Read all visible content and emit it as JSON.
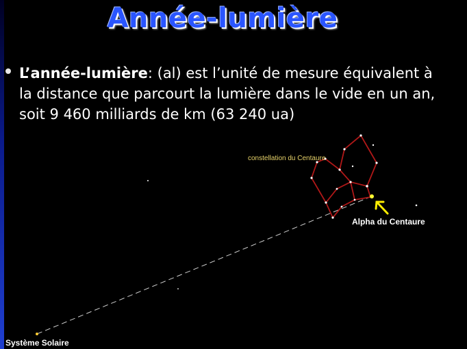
{
  "slide": {
    "title": "Année-lumière",
    "bullet": {
      "term": "L’année-lumière",
      "text": ": (al) est l’unité de mesure équivalent à la distance que parcourt la lumière dans le vide en un an, soit 9 460 milliards de km (63 240 ua)"
    },
    "diagram": {
      "constellation_label": "constellation du Centaure",
      "alpha_label": "Alpha du Centaure",
      "solar_label": "Système Solaire"
    }
  },
  "colors": {
    "background": "#000000",
    "title": "#2a55ff",
    "constellation_lines": "#b01818",
    "arrow": "#ffff00",
    "constellation_label": "#e7d26a"
  }
}
